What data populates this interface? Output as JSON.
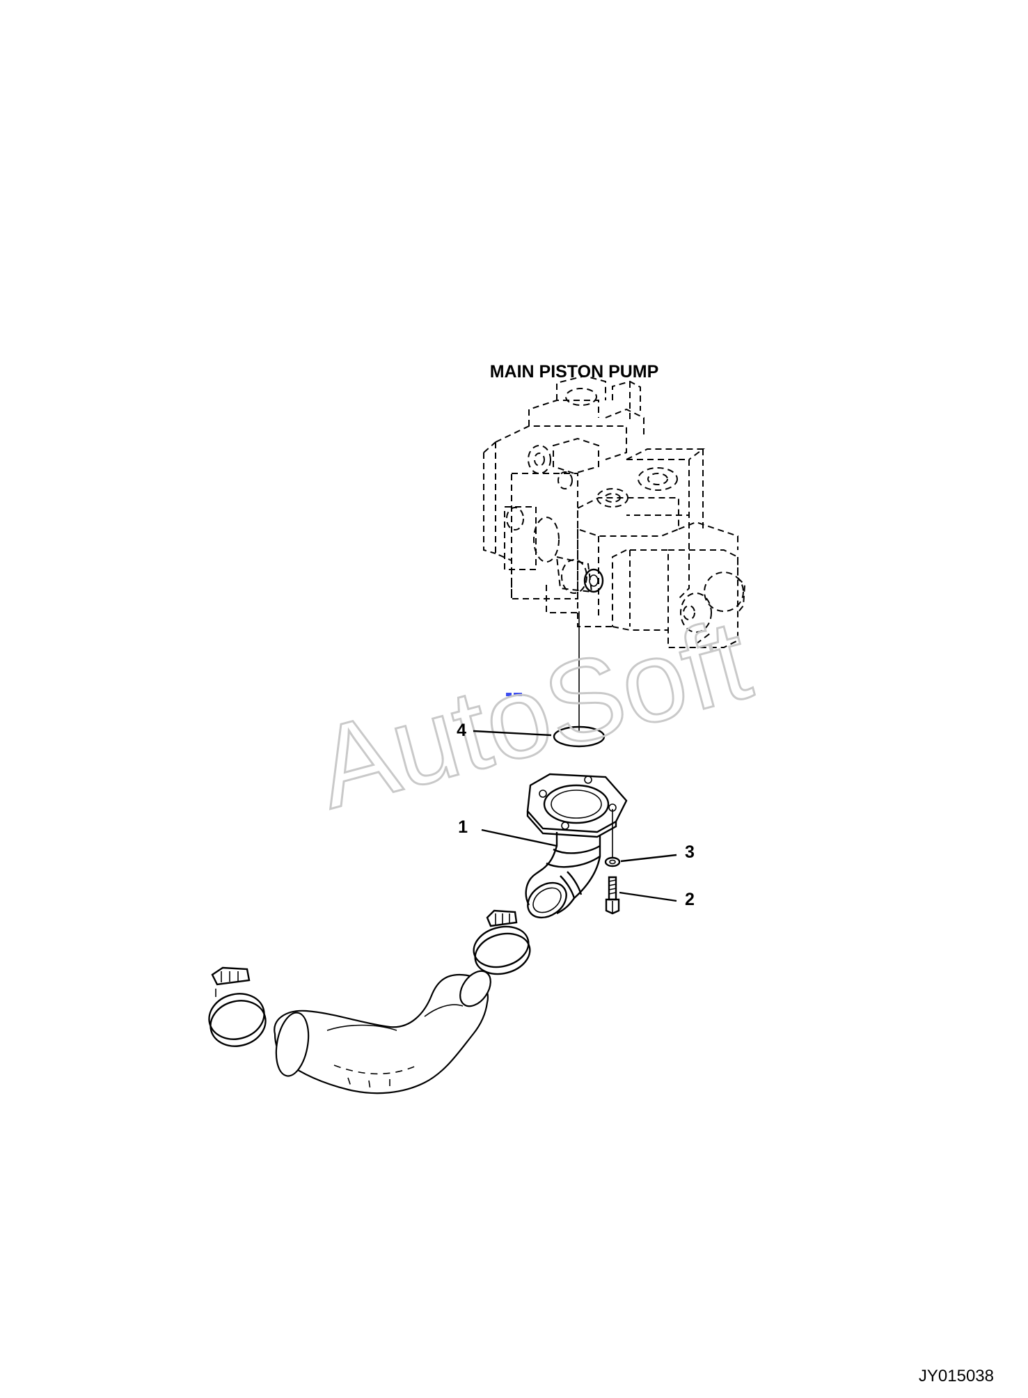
{
  "title": "MAIN PISTON PUMP",
  "watermark": "AutoSoft",
  "figure_id": "JY015038",
  "callouts": [
    {
      "number": "1"
    },
    {
      "number": "2"
    },
    {
      "number": "3"
    },
    {
      "number": "4"
    }
  ],
  "parts": [
    {
      "name": "main-piston-pump",
      "style": "dashed outline"
    },
    {
      "name": "elbow-flange",
      "callout": "1"
    },
    {
      "name": "bolt",
      "callout": "2"
    },
    {
      "name": "washer",
      "callout": "3"
    },
    {
      "name": "o-ring",
      "callout": "4"
    },
    {
      "name": "hose-clamp-upper"
    },
    {
      "name": "hose-clamp-lower"
    },
    {
      "name": "suction-hose"
    }
  ]
}
